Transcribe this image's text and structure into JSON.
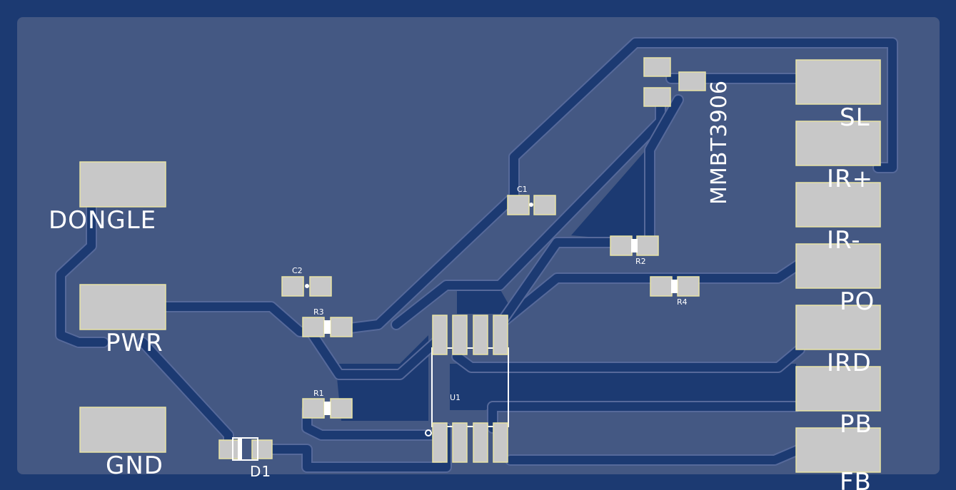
{
  "colors": {
    "substrate": "#1c3a72",
    "copper_fill": "#445883",
    "pad": "#c8c8c8",
    "pad_outline": "#e8e3a4",
    "silkscreen": "#ffffff"
  },
  "connector_labels": {
    "dongle": "DONGLE",
    "pwr": "PWR",
    "gnd": "GND",
    "sl": "SL",
    "ir_plus": "IR+",
    "ir_minus": "IR-",
    "po": "PO",
    "ird": "IRD",
    "pb": "PB",
    "fb": "FB"
  },
  "component_labels": {
    "transistor": "MMBT3906",
    "c1": "C1",
    "c2": "C2",
    "r1": "R1",
    "r2": "R2",
    "r3": "R3",
    "r4": "R4",
    "u1": "U1",
    "d1": "D1"
  }
}
